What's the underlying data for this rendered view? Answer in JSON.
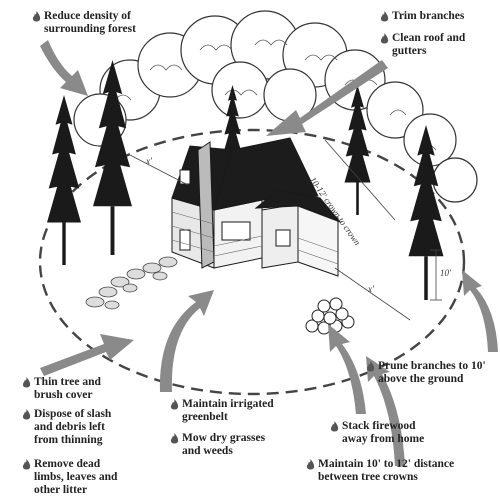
{
  "tips": {
    "reduce_density": "Reduce density of\nsurrounding forest",
    "trim_branches": "Trim branches",
    "clean_roof": "Clean roof and\ngutters",
    "thin_cover": "Thin tree and\nbrush cover",
    "dispose_slash": "Dispose of slash\nand debris left\nfrom thinning",
    "remove_limbs": "Remove dead\nlimbs, leaves and\nother litter",
    "greenbelt": "Maintain irrigated\ngreenbelt",
    "mow": "Mow dry grasses\nand weeds",
    "firewood": "Stack firewood\naway from home",
    "prune": "Prune branches to 10'\nabove the ground",
    "distance": "Maintain 10' to 12' distance\nbetween tree crowns"
  },
  "dimensions": {
    "x_left": "x'",
    "x_right": "x'",
    "crown_spacing": "10-12' crown to crown",
    "prune_height": "10'"
  },
  "colors": {
    "ink": "#222222",
    "arrow": "#8a8a8a",
    "flame": "#555555",
    "roof": "#1c1c1c"
  }
}
